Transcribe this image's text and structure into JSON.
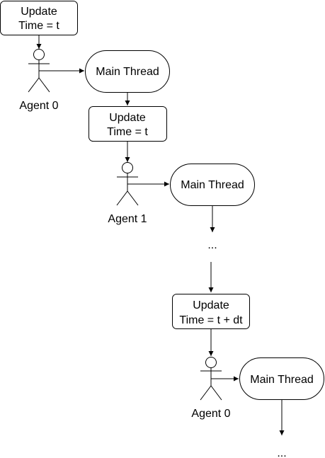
{
  "diagram": {
    "update_box_1": {
      "line1": "Update",
      "line2": "Time = t"
    },
    "agent_1": {
      "label": "Agent 0"
    },
    "main_thread_1": {
      "label": "Main Thread"
    },
    "update_box_2": {
      "line1": "Update",
      "line2": "Time = t"
    },
    "agent_2": {
      "label": "Agent 1"
    },
    "main_thread_2": {
      "label": "Main Thread"
    },
    "ellipsis_1": "...",
    "update_box_3": {
      "line1": "Update",
      "line2": "Time = t + dt"
    },
    "agent_3": {
      "label": "Agent 0"
    },
    "main_thread_3": {
      "label": "Main Thread"
    },
    "ellipsis_2": "..."
  },
  "colors": {
    "stroke": "#000000",
    "fill": "#ffffff",
    "text": "#000000"
  }
}
